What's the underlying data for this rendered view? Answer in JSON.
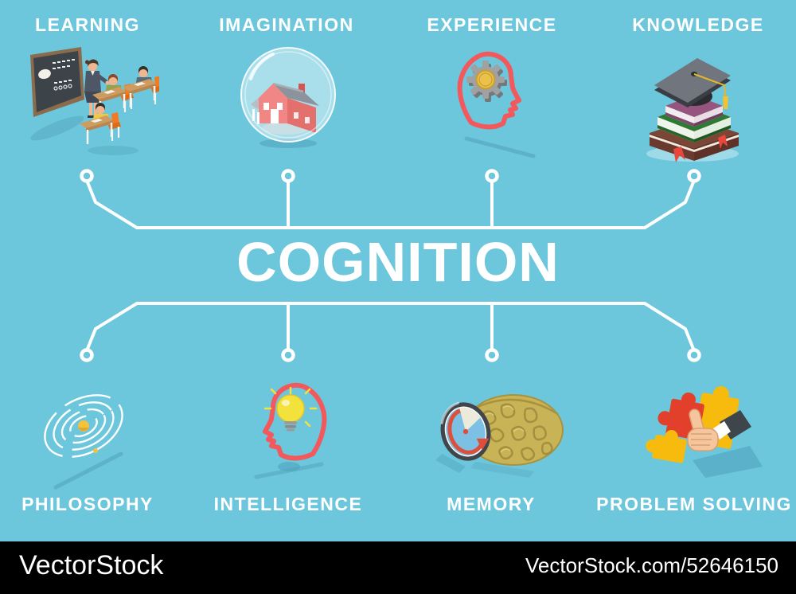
{
  "title": "COGNITION",
  "concepts": {
    "top": [
      {
        "label": "LEARNING",
        "icon": "classroom-teaching-icon"
      },
      {
        "label": "IMAGINATION",
        "icon": "house-in-bubble-icon"
      },
      {
        "label": "EXPERIENCE",
        "icon": "head-with-gear-icon"
      },
      {
        "label": "KNOWLEDGE",
        "icon": "books-graduation-cap-icon"
      }
    ],
    "bottom": [
      {
        "label": "PHILOSOPHY",
        "icon": "spiral-maze-icon"
      },
      {
        "label": "INTELLIGENCE",
        "icon": "head-with-lightbulb-icon"
      },
      {
        "label": "MEMORY",
        "icon": "brain-with-clock-icon"
      },
      {
        "label": "PROBLEM SOLVING",
        "icon": "puzzle-thumbs-up-icon"
      }
    ]
  },
  "watermark": {
    "left_text": "VectorStock",
    "right_text": "VectorStock.com/52646150",
    "bar_color": "#000000",
    "text_color": "#FFFFFF"
  },
  "colors": {
    "background": "#6CC6DC",
    "line_white": "#FFFFFF",
    "accent_red": "#F2585C",
    "puzzle_red": "#E2402B",
    "puzzle_yellow": "#F7BB0D",
    "chair_orange": "#F4791F",
    "brain_olive": "#C9B357",
    "coin_gold": "#EAC24B"
  }
}
